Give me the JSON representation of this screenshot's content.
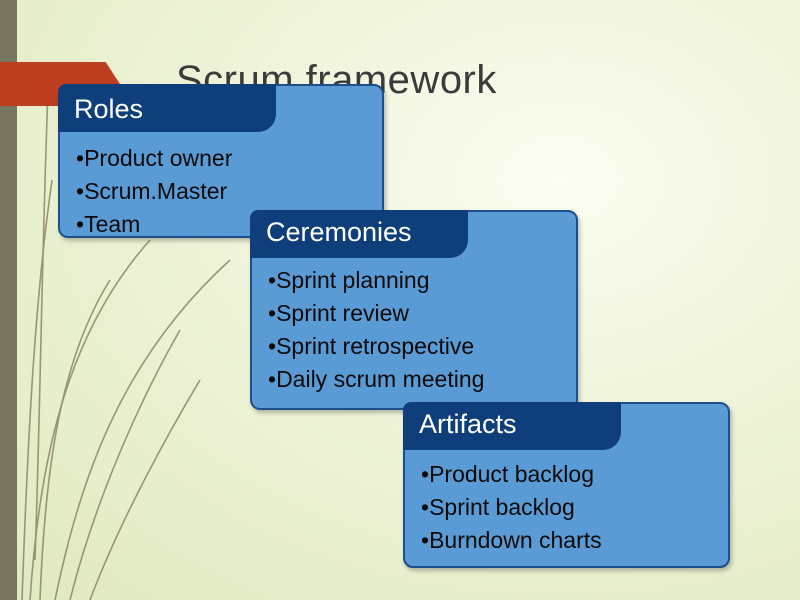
{
  "slide": {
    "title": "Scrum framework"
  },
  "cards": {
    "roles": {
      "header": "Roles",
      "items": [
        "Product owner",
        "Scrum.Master",
        "Team"
      ]
    },
    "ceremonies": {
      "header": "Ceremonies",
      "items": [
        "Sprint planning",
        "Sprint review",
        "Sprint retrospective",
        "Daily scrum meeting"
      ]
    },
    "artifacts": {
      "header": "Artifacts",
      "items": [
        "Product backlog",
        "Sprint backlog",
        "Burndown charts"
      ]
    }
  },
  "colors": {
    "card_fill": "#5b9bd5",
    "card_header": "#0f3f7b",
    "accent": "#bd3f1f",
    "left_band": "#77755e"
  }
}
